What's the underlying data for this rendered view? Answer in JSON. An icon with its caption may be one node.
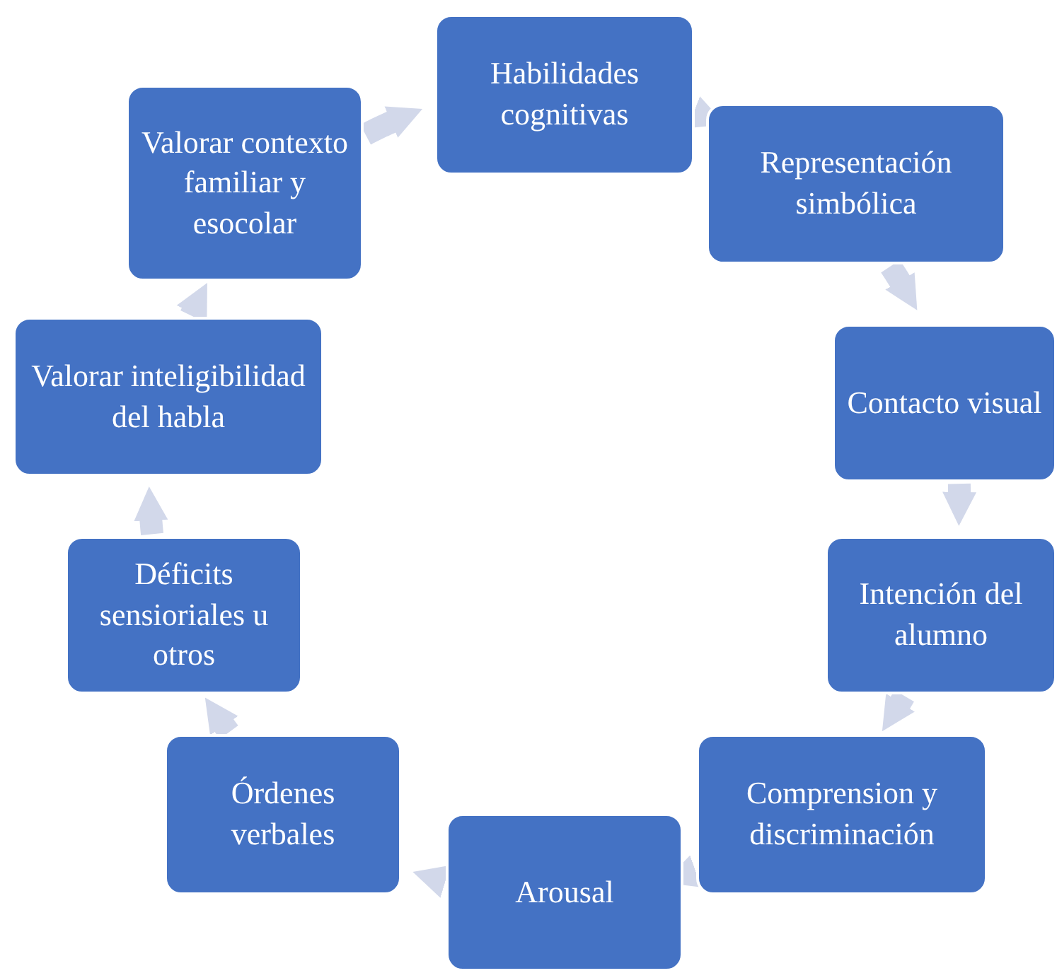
{
  "diagram": {
    "nodes": [
      {
        "text": [
          "Habilidades cognitivas"
        ]
      },
      {
        "text": [
          "Representación simbólica"
        ]
      },
      {
        "text": [
          "Contacto visual"
        ]
      },
      {
        "text": [
          "Intención del alumno"
        ]
      },
      {
        "text": [
          "Comprension y discriminación"
        ]
      },
      {
        "text": [
          "Arousal"
        ]
      },
      {
        "text": [
          "Órdenes verbales"
        ]
      },
      {
        "text": [
          "Déficits sensioriales u otros"
        ]
      },
      {
        "text": [
          "Valorar inteligibilidad del habla"
        ]
      },
      {
        "text": [
          "Valorar contexto familiar y esocolar"
        ]
      }
    ],
    "edges": [
      {
        "from": 0,
        "to": 1,
        "arrow": "to"
      },
      {
        "from": 1,
        "to": 2,
        "arrow": "to"
      },
      {
        "from": 2,
        "to": 3,
        "arrow": "to"
      },
      {
        "from": 3,
        "to": 4,
        "arrow": "to"
      },
      {
        "from": 4,
        "to": 5,
        "arrow": "to"
      },
      {
        "from": 5,
        "to": 6,
        "arrow": "to"
      },
      {
        "from": 6,
        "to": 7,
        "arrow": "to"
      },
      {
        "from": 7,
        "to": 8,
        "arrow": "to"
      },
      {
        "from": 8,
        "to": 9,
        "arrow": "to"
      },
      {
        "from": 9,
        "to": 0,
        "arrow": "to"
      }
    ]
  }
}
